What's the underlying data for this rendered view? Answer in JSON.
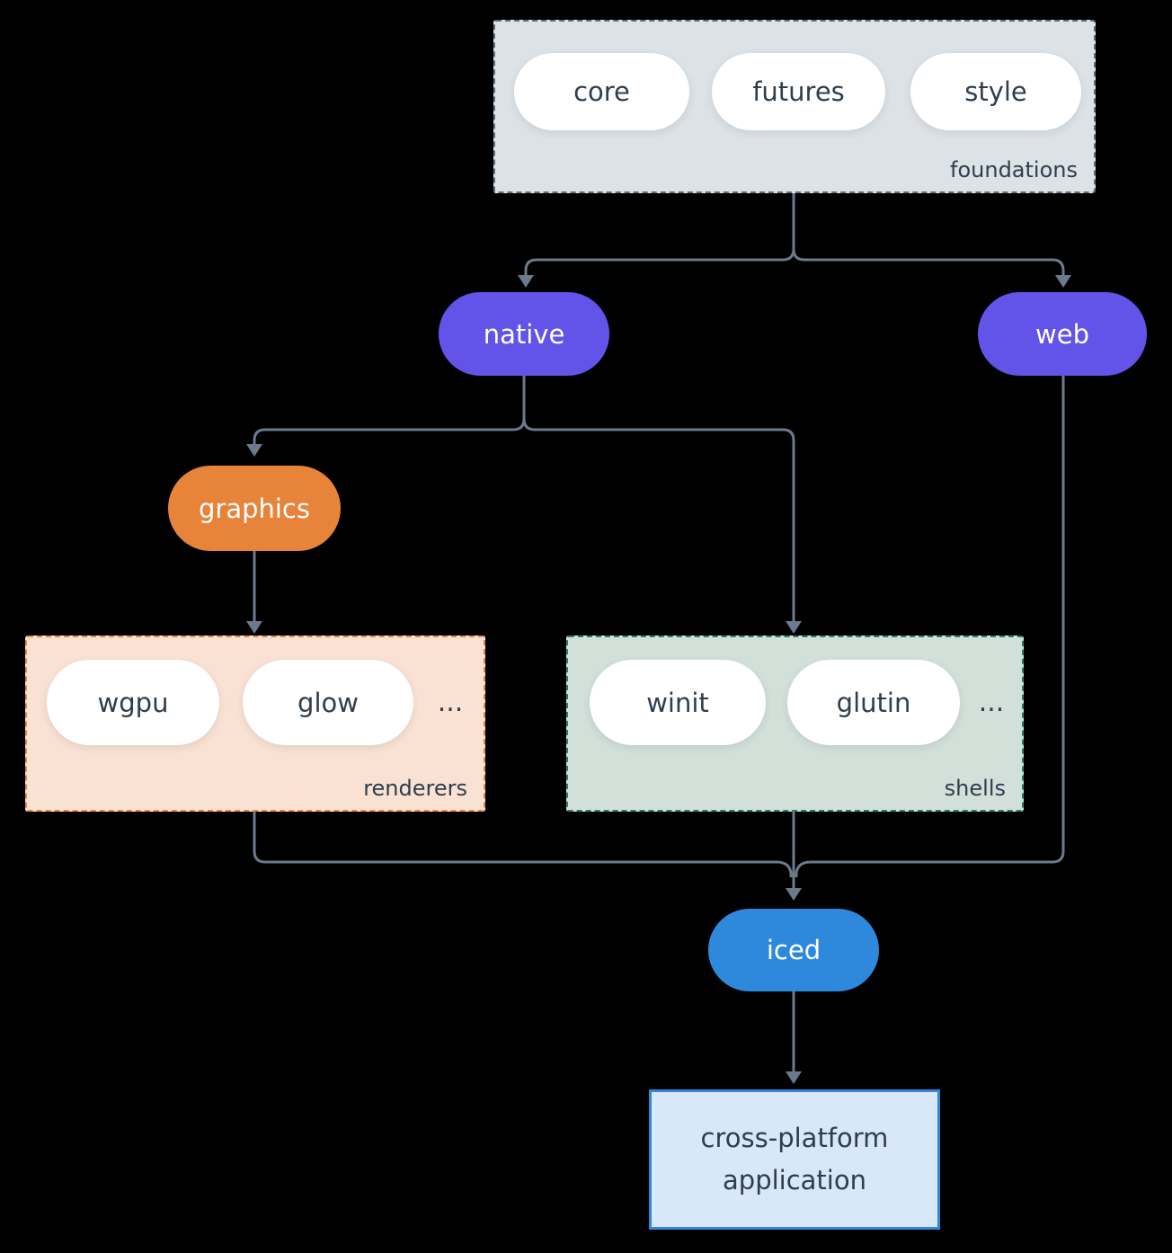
{
  "colors": {
    "bg": "#000000",
    "line": "#6b7a8c",
    "text_dark": "#2f3e4c",
    "pill_white_bg": "#ffffff",
    "purple": "#6254e8",
    "orange": "#e8833a",
    "blue": "#2e89dd",
    "foundations_bg": "#dde2e6",
    "foundations_border": "#5f6e7e",
    "renderers_bg": "#f9e2d3",
    "renderers_border": "#e8833a",
    "shells_bg": "#d2e0da",
    "shells_border": "#2a7d6d",
    "app_bg": "#d9e8f8",
    "app_border": "#2e89dd"
  },
  "nodes": {
    "foundations": {
      "label": "foundations",
      "pills": [
        "core",
        "futures",
        "style"
      ]
    },
    "native": {
      "label": "native"
    },
    "web": {
      "label": "web"
    },
    "graphics": {
      "label": "graphics"
    },
    "renderers": {
      "label": "renderers",
      "pills": [
        "wgpu",
        "glow"
      ],
      "ellipsis": "..."
    },
    "shells": {
      "label": "shells",
      "pills": [
        "winit",
        "glutin"
      ],
      "ellipsis": "..."
    },
    "iced": {
      "label": "iced"
    },
    "application": {
      "label": "cross-platform application"
    }
  }
}
